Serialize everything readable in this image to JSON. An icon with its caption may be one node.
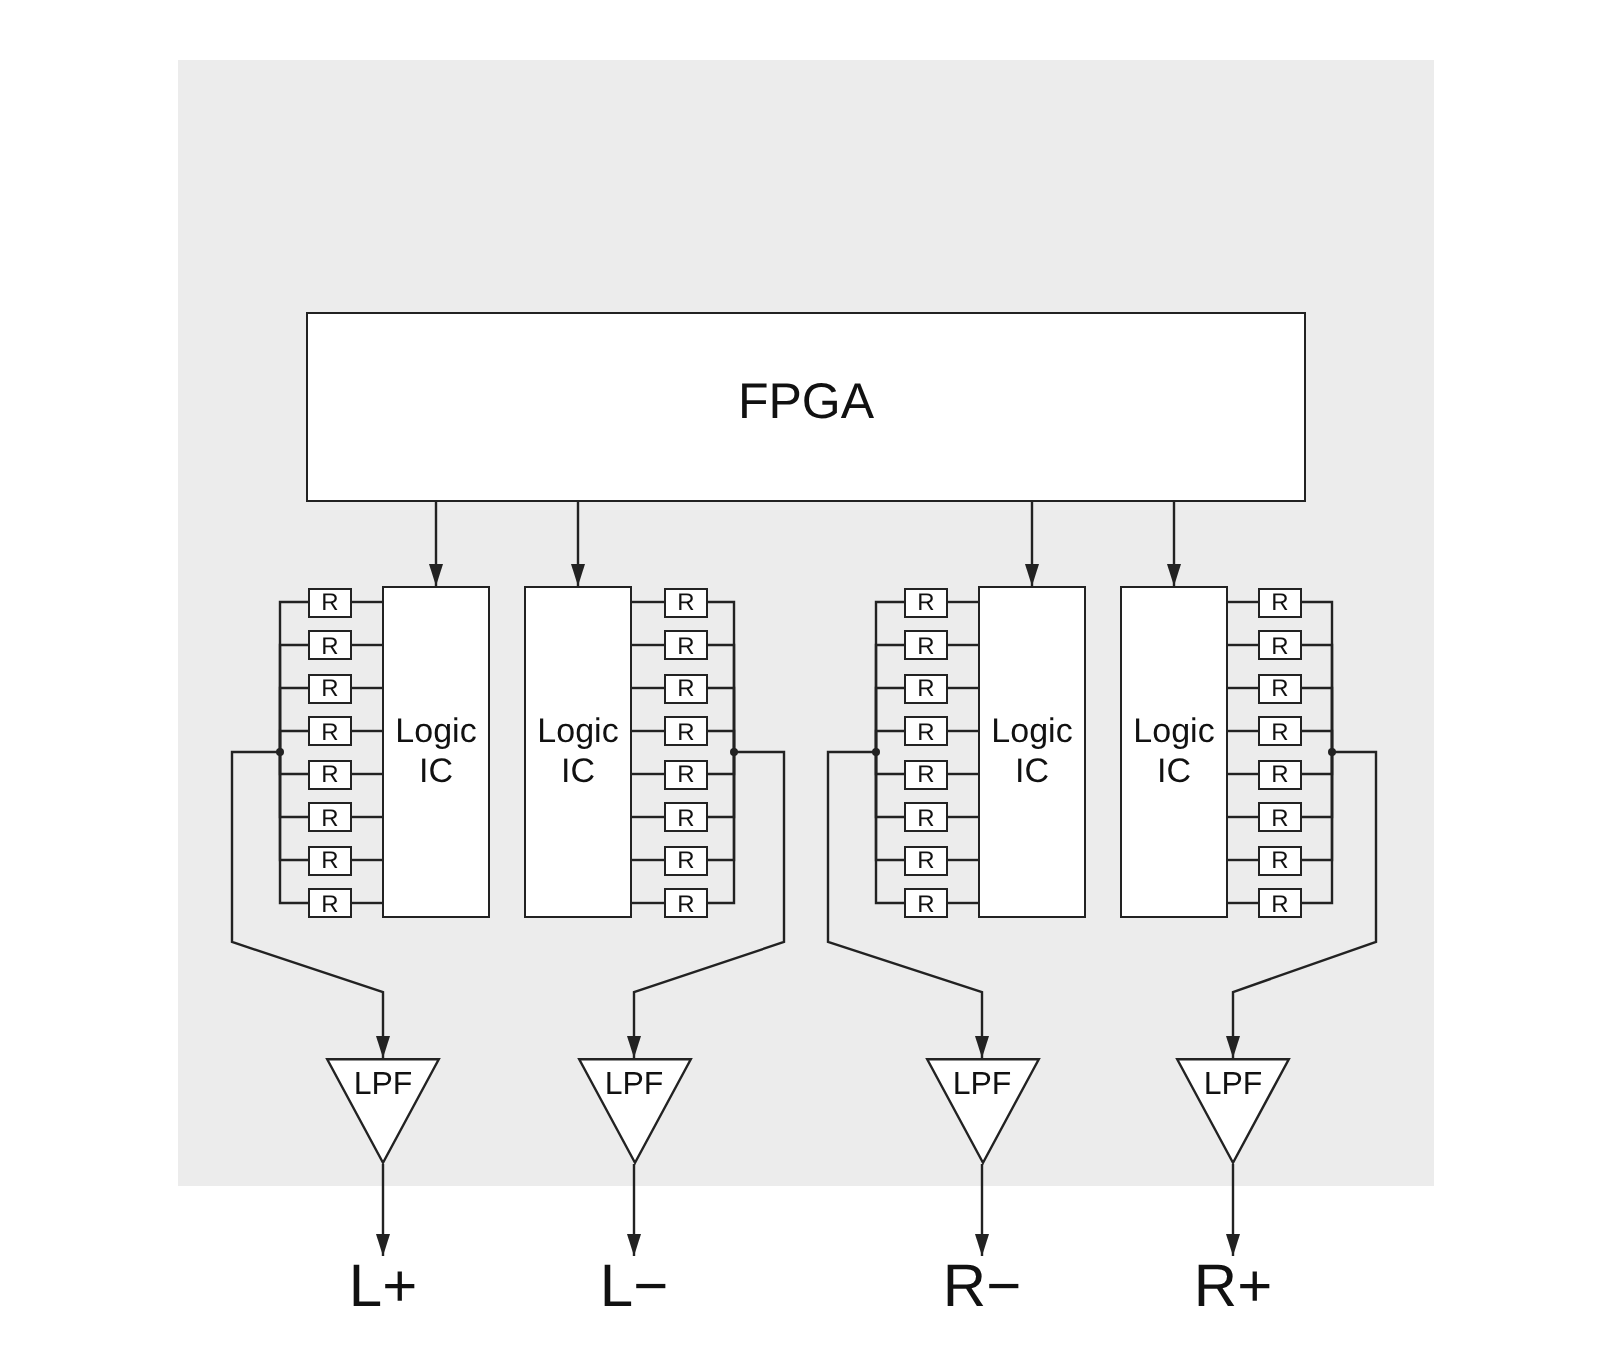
{
  "diagram": {
    "nodes": [
      {
        "text": [],
        "shape": "box"
      },
      {
        "text": [
          "FPGA"
        ],
        "in": 0
      },
      {
        "text": [
          "Logic IC"
        ],
        "in": 0
      },
      {
        "text": [
          "R"
        ],
        "in": 0
      },
      {
        "text": [
          "R"
        ],
        "in": 0
      },
      {
        "text": [
          "R"
        ],
        "in": 0
      },
      {
        "text": [
          "R"
        ],
        "in": 0
      },
      {
        "text": [
          "R"
        ],
        "in": 0
      },
      {
        "text": [
          "R"
        ],
        "in": 0
      },
      {
        "text": [
          "R"
        ],
        "in": 0
      },
      {
        "text": [
          "R"
        ],
        "in": 0
      },
      {
        "text": [
          "Logic IC"
        ],
        "in": 0
      },
      {
        "text": [
          "R"
        ],
        "in": 0
      },
      {
        "text": [
          "R"
        ],
        "in": 0
      },
      {
        "text": [
          "R"
        ],
        "in": 0
      },
      {
        "text": [
          "R"
        ],
        "in": 0
      },
      {
        "text": [
          "R"
        ],
        "in": 0
      },
      {
        "text": [
          "R"
        ],
        "in": 0
      },
      {
        "text": [
          "R"
        ],
        "in": 0
      },
      {
        "text": [
          "R"
        ],
        "in": 0
      },
      {
        "text": [
          "Logic IC"
        ],
        "in": 0
      },
      {
        "text": [
          "R"
        ],
        "in": 0
      },
      {
        "text": [
          "R"
        ],
        "in": 0
      },
      {
        "text": [
          "R"
        ],
        "in": 0
      },
      {
        "text": [
          "R"
        ],
        "in": 0
      },
      {
        "text": [
          "R"
        ],
        "in": 0
      },
      {
        "text": [
          "R"
        ],
        "in": 0
      },
      {
        "text": [
          "R"
        ],
        "in": 0
      },
      {
        "text": [
          "R"
        ],
        "in": 0
      },
      {
        "text": [
          "Logic IC"
        ],
        "in": 0
      },
      {
        "text": [
          "R"
        ],
        "in": 0
      },
      {
        "text": [
          "R"
        ],
        "in": 0
      },
      {
        "text": [
          "R"
        ],
        "in": 0
      },
      {
        "text": [
          "R"
        ],
        "in": 0
      },
      {
        "text": [
          "R"
        ],
        "in": 0
      },
      {
        "text": [
          "R"
        ],
        "in": 0
      },
      {
        "text": [
          "R"
        ],
        "in": 0
      },
      {
        "text": [
          "R"
        ],
        "in": 0
      },
      {
        "text": [
          "LPF"
        ],
        "in": 0
      },
      {
        "text": [
          "LPF"
        ],
        "in": 0
      },
      {
        "text": [
          "LPF"
        ],
        "in": 0
      },
      {
        "text": [
          "LPF"
        ],
        "in": 0
      },
      {
        "text": [
          "L+"
        ]
      },
      {
        "text": [
          "L−"
        ]
      },
      {
        "text": [
          "R−"
        ]
      },
      {
        "text": [
          "R+"
        ]
      }
    ],
    "edges": [
      {
        "from": 1,
        "to": 2,
        "arrow": "to"
      },
      {
        "from": 1,
        "to": 11,
        "arrow": "to"
      },
      {
        "from": 1,
        "to": 20,
        "arrow": "to"
      },
      {
        "from": 1,
        "to": 29,
        "arrow": "to"
      },
      {
        "from": 2,
        "to": 3,
        "arrow": "none"
      },
      {
        "from": 2,
        "to": 4,
        "arrow": "none"
      },
      {
        "from": 2,
        "to": 5,
        "arrow": "none"
      },
      {
        "from": 2,
        "to": 6,
        "arrow": "none"
      },
      {
        "from": 2,
        "to": 7,
        "arrow": "none"
      },
      {
        "from": 2,
        "to": 8,
        "arrow": "none"
      },
      {
        "from": 2,
        "to": 9,
        "arrow": "none"
      },
      {
        "from": 2,
        "to": 10,
        "arrow": "none"
      },
      {
        "from": 11,
        "to": 12,
        "arrow": "none"
      },
      {
        "from": 11,
        "to": 13,
        "arrow": "none"
      },
      {
        "from": 11,
        "to": 14,
        "arrow": "none"
      },
      {
        "from": 11,
        "to": 15,
        "arrow": "none"
      },
      {
        "from": 11,
        "to": 16,
        "arrow": "none"
      },
      {
        "from": 11,
        "to": 17,
        "arrow": "none"
      },
      {
        "from": 11,
        "to": 18,
        "arrow": "none"
      },
      {
        "from": 11,
        "to": 19,
        "arrow": "none"
      },
      {
        "from": 20,
        "to": 21,
        "arrow": "none"
      },
      {
        "from": 20,
        "to": 22,
        "arrow": "none"
      },
      {
        "from": 20,
        "to": 23,
        "arrow": "none"
      },
      {
        "from": 20,
        "to": 24,
        "arrow": "none"
      },
      {
        "from": 20,
        "to": 25,
        "arrow": "none"
      },
      {
        "from": 20,
        "to": 26,
        "arrow": "none"
      },
      {
        "from": 20,
        "to": 27,
        "arrow": "none"
      },
      {
        "from": 20,
        "to": 28,
        "arrow": "none"
      },
      {
        "from": 29,
        "to": 30,
        "arrow": "none"
      },
      {
        "from": 29,
        "to": 31,
        "arrow": "none"
      },
      {
        "from": 29,
        "to": 32,
        "arrow": "none"
      },
      {
        "from": 29,
        "to": 33,
        "arrow": "none"
      },
      {
        "from": 29,
        "to": 34,
        "arrow": "none"
      },
      {
        "from": 29,
        "to": 35,
        "arrow": "none"
      },
      {
        "from": 29,
        "to": 36,
        "arrow": "none"
      },
      {
        "from": 29,
        "to": 37,
        "arrow": "none"
      },
      {
        "from": 3,
        "to": 38,
        "arrow": "to"
      },
      {
        "from": 4,
        "to": 38,
        "arrow": "to"
      },
      {
        "from": 5,
        "to": 38,
        "arrow": "to"
      },
      {
        "from": 6,
        "to": 38,
        "arrow": "to"
      },
      {
        "from": 7,
        "to": 38,
        "arrow": "to"
      },
      {
        "from": 8,
        "to": 38,
        "arrow": "to"
      },
      {
        "from": 9,
        "to": 38,
        "arrow": "to"
      },
      {
        "from": 10,
        "to": 38,
        "arrow": "to"
      },
      {
        "from": 12,
        "to": 39,
        "arrow": "to"
      },
      {
        "from": 13,
        "to": 39,
        "arrow": "to"
      },
      {
        "from": 14,
        "to": 39,
        "arrow": "to"
      },
      {
        "from": 15,
        "to": 39,
        "arrow": "to"
      },
      {
        "from": 16,
        "to": 39,
        "arrow": "to"
      },
      {
        "from": 17,
        "to": 39,
        "arrow": "to"
      },
      {
        "from": 18,
        "to": 39,
        "arrow": "to"
      },
      {
        "from": 19,
        "to": 39,
        "arrow": "to"
      },
      {
        "from": 21,
        "to": 40,
        "arrow": "to"
      },
      {
        "from": 22,
        "to": 40,
        "arrow": "to"
      },
      {
        "from": 23,
        "to": 40,
        "arrow": "to"
      },
      {
        "from": 24,
        "to": 40,
        "arrow": "to"
      },
      {
        "from": 25,
        "to": 40,
        "arrow": "to"
      },
      {
        "from": 26,
        "to": 40,
        "arrow": "to"
      },
      {
        "from": 27,
        "to": 40,
        "arrow": "to"
      },
      {
        "from": 28,
        "to": 40,
        "arrow": "to"
      },
      {
        "from": 30,
        "to": 41,
        "arrow": "to"
      },
      {
        "from": 31,
        "to": 41,
        "arrow": "to"
      },
      {
        "from": 32,
        "to": 41,
        "arrow": "to"
      },
      {
        "from": 33,
        "to": 41,
        "arrow": "to"
      },
      {
        "from": 34,
        "to": 41,
        "arrow": "to"
      },
      {
        "from": 35,
        "to": 41,
        "arrow": "to"
      },
      {
        "from": 36,
        "to": 41,
        "arrow": "to"
      },
      {
        "from": 37,
        "to": 41,
        "arrow": "to"
      },
      {
        "from": 38,
        "to": 42,
        "arrow": "to"
      },
      {
        "from": 39,
        "to": 43,
        "arrow": "to"
      },
      {
        "from": 40,
        "to": 44,
        "arrow": "to"
      },
      {
        "from": 41,
        "to": 45,
        "arrow": "to"
      }
    ]
  }
}
